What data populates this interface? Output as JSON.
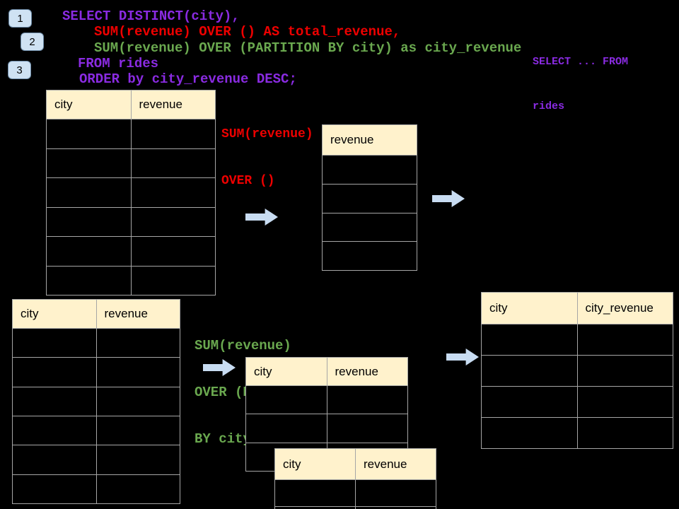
{
  "colors": {
    "background": "#000000",
    "sql_purple": "#8A2BE2",
    "sql_red": "#EE0000",
    "sql_green": "#6AA84F",
    "table_header_bg": "#FFF2CC",
    "table_border": "#A6A6A6",
    "arrow_fill": "#C8DCF2",
    "badge_fill": "#CFE2F3"
  },
  "badges": {
    "one": "1",
    "two": "2",
    "three": "3"
  },
  "sql": {
    "lines": [
      {
        "text": "SELECT DISTINCT(city),",
        "color": "#8A2BE2"
      },
      {
        "text": "SUM(revenue) OVER () AS total_revenue,",
        "color": "#EE0000"
      },
      {
        "text": "SUM(revenue) OVER (PARTITION BY city) as city_revenue",
        "color": "#6AA84F"
      },
      {
        "text": "FROM rides",
        "color": "#8A2BE2"
      },
      {
        "text": "ORDER by city_revenue DESC;",
        "color": "#8A2BE2"
      }
    ]
  },
  "side_snippet": {
    "line1": "SELECT ... FROM",
    "line2": "rides"
  },
  "label_total": {
    "line1": "SUM(revenue)",
    "line2": "OVER ()"
  },
  "label_partition": {
    "line1": "SUM(revenue)",
    "line2": "OVER (PARTITION",
    "line3": "BY city)"
  },
  "icons": {
    "flow_arrow": "right-block-arrow",
    "flow_arrow_count": 4
  },
  "tables": {
    "source_top": {
      "headers": [
        "city",
        "revenue"
      ],
      "row_count": 6
    },
    "total_revenue": {
      "headers": [
        "revenue"
      ],
      "row_count": 4
    },
    "source_bottom": {
      "headers": [
        "city",
        "revenue"
      ],
      "row_count": 6
    },
    "partition_a": {
      "headers": [
        "city",
        "revenue"
      ],
      "row_count": 3
    },
    "partition_b": {
      "headers": [
        "city",
        "revenue"
      ],
      "row_count": 2
    },
    "result_city_revenue": {
      "headers": [
        "city",
        "city_revenue"
      ],
      "row_count": 4
    }
  }
}
